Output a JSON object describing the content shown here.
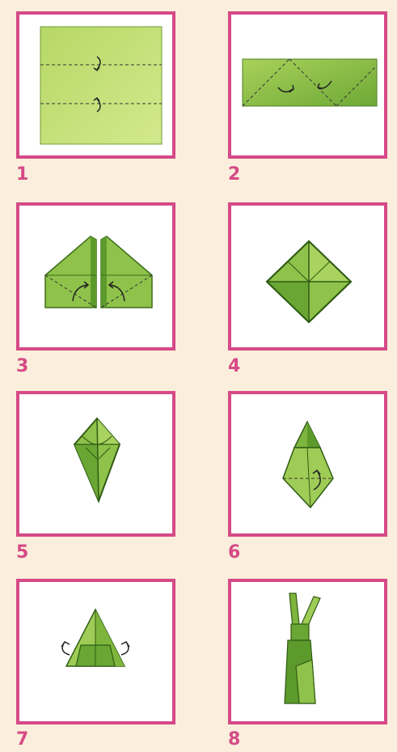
{
  "colors": {
    "frame": "#d54a86",
    "paper_light": "#c6e07a",
    "paper_dark": "#5f9b2b",
    "background": "#fbeedc"
  },
  "steps": [
    {
      "number": "1",
      "figure": "square-sheet-folded-into-thirds"
    },
    {
      "number": "2",
      "figure": "strip-with-corner-fold-lines"
    },
    {
      "number": "3",
      "figure": "peaked-shape-folding-to-center"
    },
    {
      "number": "4",
      "figure": "diamond"
    },
    {
      "number": "5",
      "figure": "kite-shape"
    },
    {
      "number": "6",
      "figure": "pointed-shape-with-fold-up"
    },
    {
      "number": "7",
      "figure": "triangle-with-side-arrows"
    },
    {
      "number": "8",
      "figure": "finished-rabbit"
    }
  ]
}
